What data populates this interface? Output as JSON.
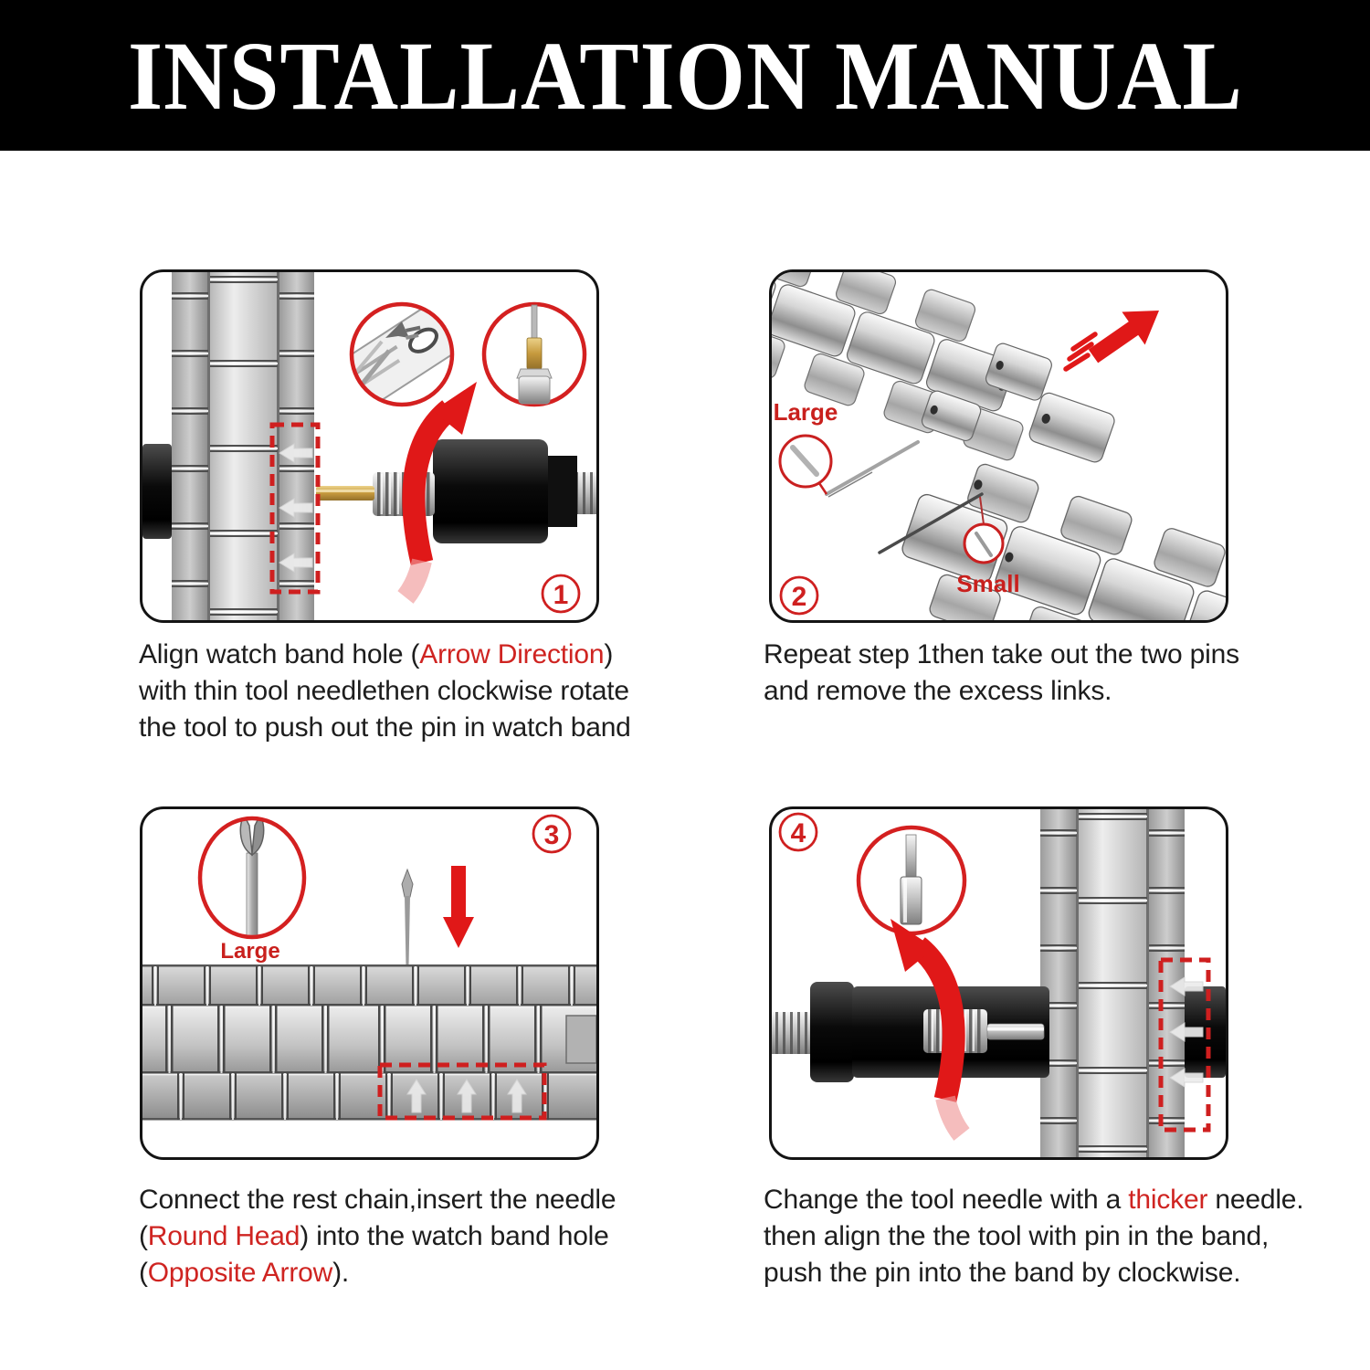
{
  "header": {
    "title": "INSTALLATION MANUAL"
  },
  "colors": {
    "header_bg": "#000000",
    "accent_red": "#cf2421",
    "text": "#1d1d1d"
  },
  "steps": [
    {
      "badge": "1",
      "caption": {
        "l1a": "Align watch band hole (",
        "l1b": "Arrow Direction",
        "l1c": ")",
        "l2": "with thin tool needlethen clockwise rotate",
        "l3": "the tool to push out the pin in watch band"
      }
    },
    {
      "badge": "2",
      "labels": {
        "large": "Large",
        "small": "Small"
      },
      "caption": {
        "l1": "Repeat step 1then take out the two pins",
        "l2": "and remove the excess links."
      }
    },
    {
      "badge": "3",
      "labels": {
        "large": "Large"
      },
      "caption": {
        "l1": "Connect the rest chain,insert the needle",
        "l2a": "(",
        "l2b": "Round Head",
        "l2c": ") into the watch band hole",
        "l3a": "(",
        "l3b": "Opposite Arrow",
        "l3c": ")."
      }
    },
    {
      "badge": "4",
      "caption": {
        "l1a": "Change the tool needle with a ",
        "l1b": "thicker",
        "l1c": " needle.",
        "l2": "then align the the tool with pin in the band,",
        "l3": "push the pin into the band by clockwise."
      }
    }
  ]
}
